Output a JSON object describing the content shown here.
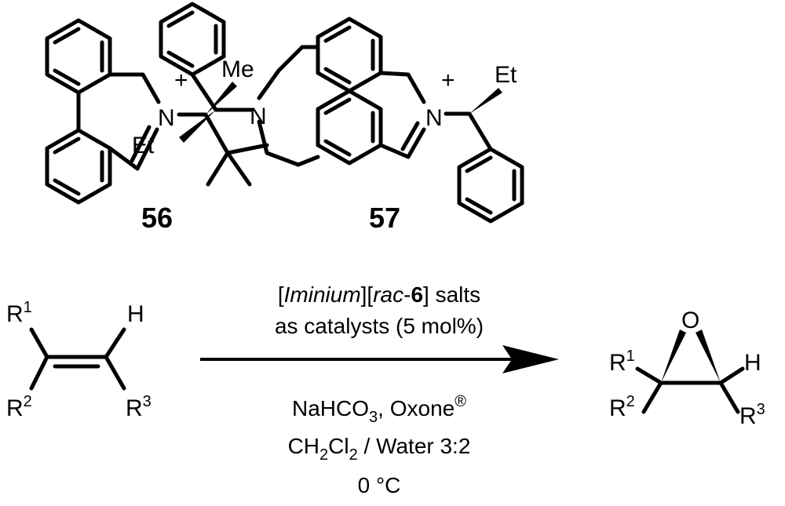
{
  "compound_56": {
    "label": "56",
    "n": "N",
    "plus": "+",
    "me": "Me"
  },
  "compound_57": {
    "label": "57",
    "n_amine": "N",
    "n_iminium": "N",
    "plus": "+",
    "et_left": "Et",
    "et_right": "Et"
  },
  "alkene": {
    "r1": "R",
    "r1_sup": "1",
    "r2": "R",
    "r2_sup": "2",
    "r3": "R",
    "r3_sup": "3",
    "h": "H"
  },
  "epoxide": {
    "o": "O",
    "r1": "R",
    "r1_sup": "1",
    "r2": "R",
    "r2_sup": "2",
    "r3": "R",
    "r3_sup": "3",
    "h": "H"
  },
  "conditions": {
    "above_1_a": "[",
    "above_1_italic": "Iminium",
    "above_1_b": "][",
    "above_1_italic2": "rac",
    "above_1_c": "-",
    "above_1_bold": "6",
    "above_1_d": "] salts",
    "above_2": "as catalysts (5 mol%)",
    "below_1_a": "NaHCO",
    "below_1_sub": "3",
    "below_1_b": ", Oxone",
    "below_1_sup": "®",
    "below_2_a": "CH",
    "below_2_sub1": "2",
    "below_2_b": "Cl",
    "below_2_sub2": "2",
    "below_2_c": " / Water 3:2",
    "below_3": "0 °C"
  }
}
